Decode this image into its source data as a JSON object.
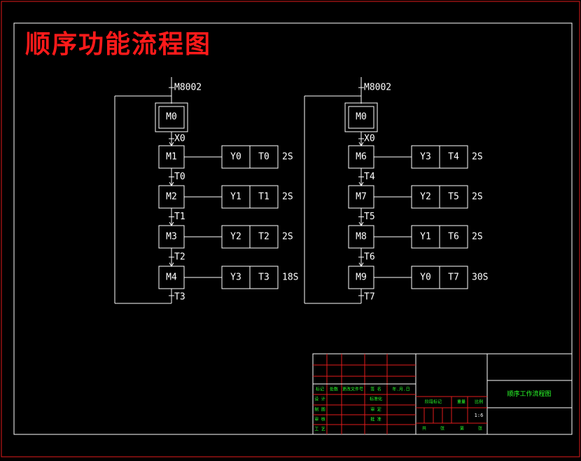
{
  "title": "顺序功能流程图",
  "colors": {
    "border": "#e21b1b",
    "line": "#ffffff",
    "label": "#ffffff",
    "title": "#ff1a1a",
    "tb_line": "#e21b1b",
    "tb_text": "#2aff2a",
    "tb_text2": "#ffffff"
  },
  "flows": [
    {
      "init": "M8002",
      "initial_step": "M0",
      "steps": [
        {
          "step": "M1",
          "transition": "X0",
          "out": "Y0",
          "timer": "T0",
          "time": "2S"
        },
        {
          "step": "M2",
          "transition": "T0",
          "out": "Y1",
          "timer": "T1",
          "time": "2S"
        },
        {
          "step": "M3",
          "transition": "T1",
          "out": "Y2",
          "timer": "T2",
          "time": "2S"
        },
        {
          "step": "M4",
          "transition": "T2",
          "out": "Y3",
          "timer": "T3",
          "time": "18S"
        }
      ],
      "return_transition": "T3"
    },
    {
      "init": "M8002",
      "initial_step": "M0",
      "steps": [
        {
          "step": "M6",
          "transition": "X0",
          "out": "Y3",
          "timer": "T4",
          "time": "2S"
        },
        {
          "step": "M7",
          "transition": "T4",
          "out": "Y2",
          "timer": "T5",
          "time": "2S"
        },
        {
          "step": "M8",
          "transition": "T5",
          "out": "Y1",
          "timer": "T6",
          "time": "2S"
        },
        {
          "step": "M9",
          "transition": "T6",
          "out": "Y0",
          "timer": "T7",
          "time": "30S"
        }
      ],
      "return_transition": "T7"
    }
  ],
  "title_block": {
    "drawing_name": "顺序工作流程图",
    "scale": "1:6",
    "labels_row1": [
      "标记",
      "处数",
      "更改文件号",
      "签 名",
      "年.月.日"
    ],
    "labels_left": [
      "设 计",
      "制 图",
      "审 核",
      "工 艺"
    ],
    "labels_mid": [
      "标准化",
      "审 定",
      "批 准"
    ],
    "labels_stage": [
      "阶段标记",
      "重量",
      "比例"
    ],
    "labels_bottom": [
      "共",
      "张",
      "第",
      "张"
    ]
  }
}
